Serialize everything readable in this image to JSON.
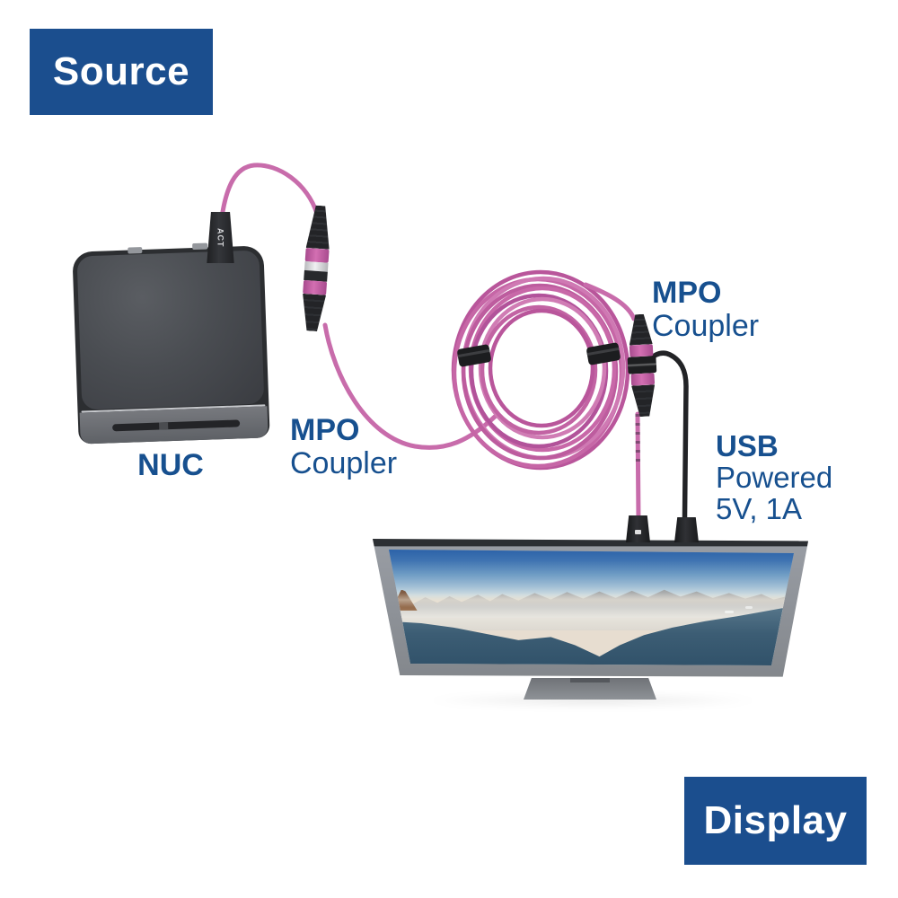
{
  "badges": {
    "source": "Source",
    "display": "Display"
  },
  "labels": {
    "nuc": "NUC",
    "coupler1_line1": "MPO",
    "coupler1_line2": "Coupler",
    "coupler2_line1": "MPO",
    "coupler2_line2": "Coupler",
    "usb_line1": "USB",
    "usb_line2": "Powered",
    "usb_line3": "5V, 1A"
  },
  "devices": {
    "nuc_connector_brand": "ACT"
  },
  "colors": {
    "badge_blue": "#1b4e8e",
    "label_blue": "#17508f",
    "fiber_cable_pink": "#c767a7",
    "usb_cable_black": "#232426",
    "connector_black": "#232427",
    "nuc_gray": "#46484d",
    "monitor_frame_gray": "#8d9196"
  }
}
